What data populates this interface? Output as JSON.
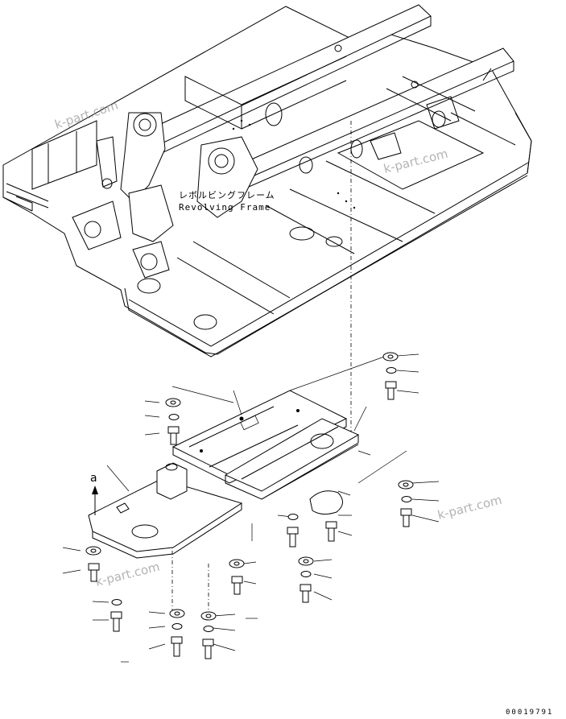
{
  "labels": {
    "frame_jp": "レボルビングフレーム",
    "frame_en": "Revolving Frame",
    "ref_a": "a",
    "doc_no": "00019791"
  },
  "watermarks": {
    "top_left": "k-part.com",
    "mid_right": "k-part.com",
    "right": "k-part.com",
    "bottom_left": "k-part.com"
  }
}
